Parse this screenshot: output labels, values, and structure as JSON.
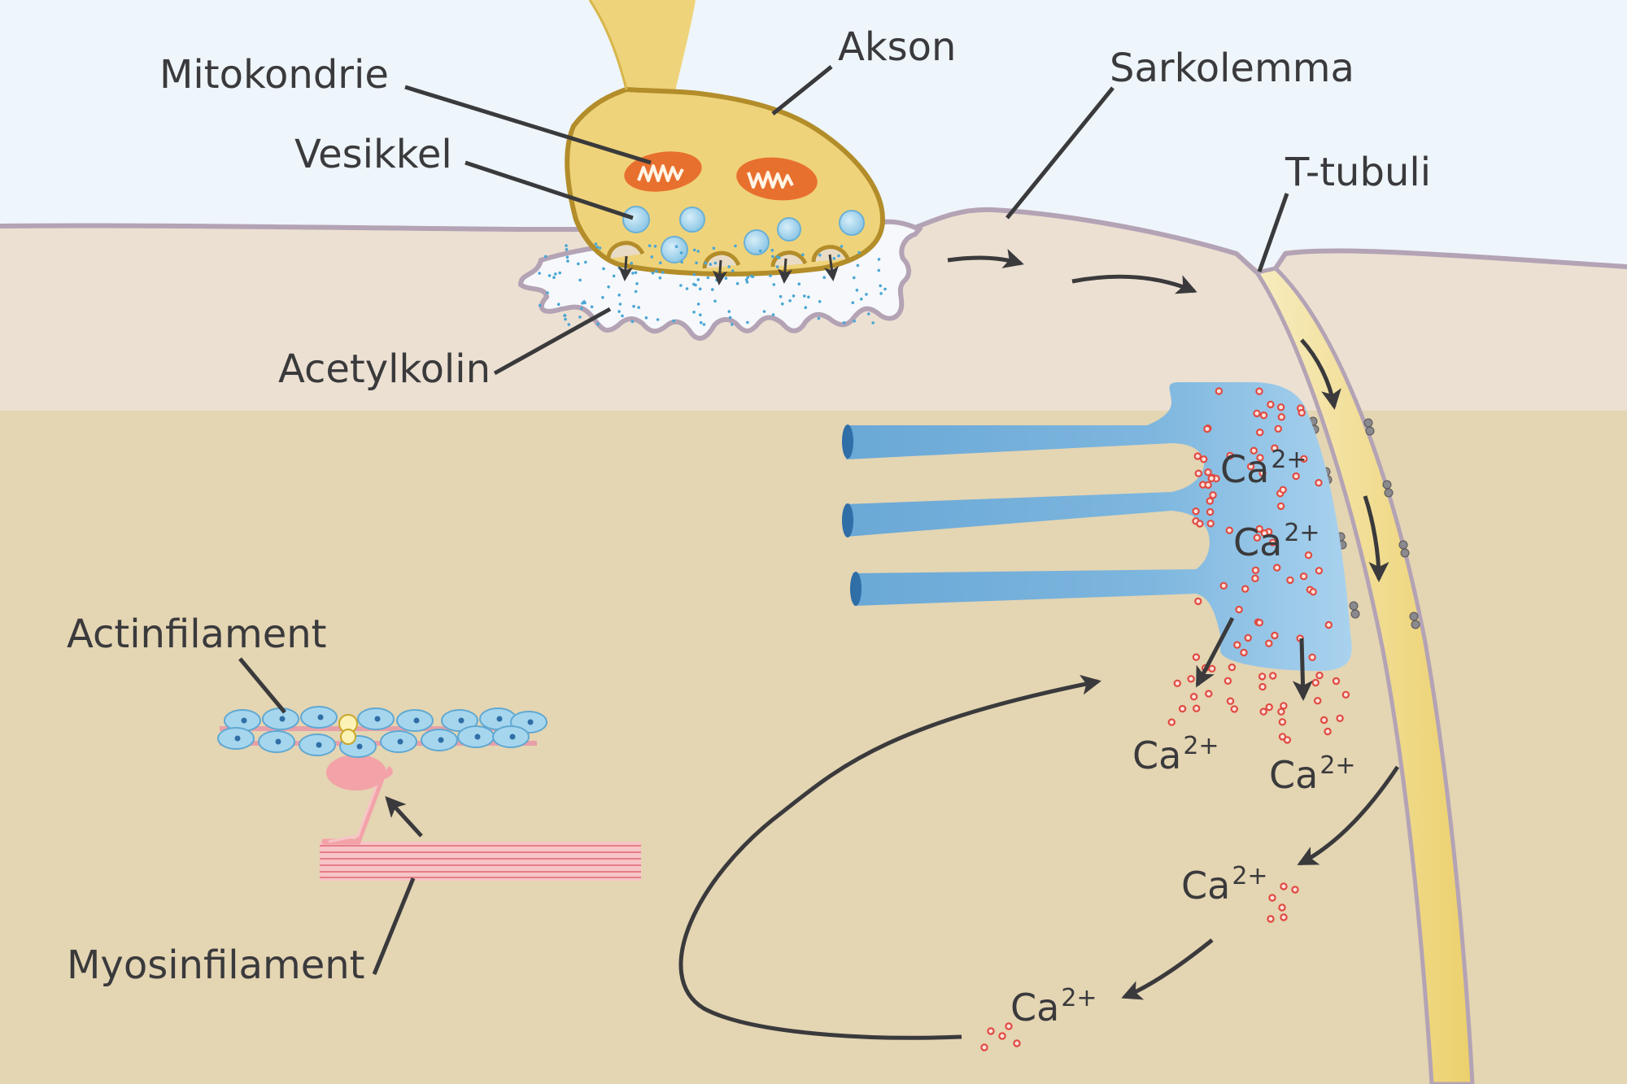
{
  "labels": {
    "mitochondrion": "Mitokondrie",
    "axon": "Akson",
    "sarcolemma": "Sarkolemma",
    "vesicle": "Vesikkel",
    "t_tubule": "T-tubuli",
    "acetylcholine": "Acetylkolin",
    "actin_filament": "Actinfilament",
    "myosin_filament": "Myosinfilament"
  },
  "calcium": {
    "symbol": "Ca",
    "charge": "2+"
  },
  "colors": {
    "background": "#eef5fb",
    "muscle_upper": "#ece0d2",
    "muscle_lower": "#e4d5b3",
    "membrane": "#b3a3b5",
    "axon": "#efd37a",
    "axon_outline": "#b38d2a",
    "mitochondrion": "#e8702e",
    "vesicle": "#9fd1ea",
    "sarcoplasmic_reticulum": "#79b4dc",
    "calcium_ion": "#e04b42",
    "actin": "#9fd1ea",
    "myosin": "#f3a2a8",
    "arrow": "#3a3a3c"
  }
}
